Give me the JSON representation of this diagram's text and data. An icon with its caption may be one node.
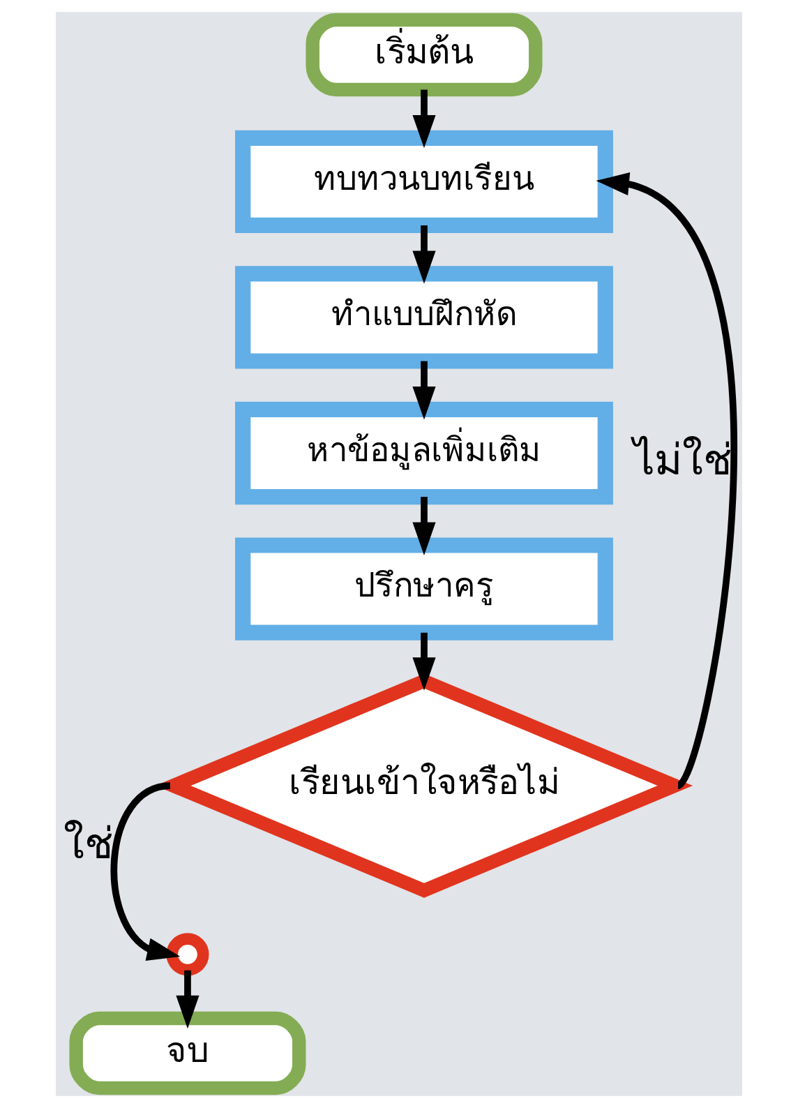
{
  "diagram": {
    "nodes": [
      {
        "text": [
          "เริ่มต้น"
        ]
      },
      {
        "text": [
          "ทบทวนบทเรียน"
        ]
      },
      {
        "text": [
          "ทำแบบฝึกหัด"
        ]
      },
      {
        "text": [
          "หาข้อมูลเพิ่มเติม"
        ]
      },
      {
        "text": [
          "ปรึกษาครู"
        ]
      },
      {
        "text": [
          "เรียนเข้าใจหรือไม่"
        ]
      },
      {
        "text": [],
        "shape": "circle"
      },
      {
        "text": [
          "จบ"
        ]
      }
    ],
    "edges": [
      {
        "from": 0,
        "to": 1,
        "arrow": "to"
      },
      {
        "from": 1,
        "to": 2,
        "arrow": "to"
      },
      {
        "from": 2,
        "to": 3,
        "arrow": "to"
      },
      {
        "from": 3,
        "to": 4,
        "arrow": "to"
      },
      {
        "from": 4,
        "to": 5,
        "arrow": "to"
      },
      {
        "from": 5,
        "to": 6,
        "label": "ใช่",
        "arrow": "to"
      },
      {
        "from": 5,
        "to": 1,
        "label": "ไม่ใช่",
        "arrow": "to"
      },
      {
        "from": 6,
        "to": 7,
        "arrow": "to"
      }
    ]
  }
}
